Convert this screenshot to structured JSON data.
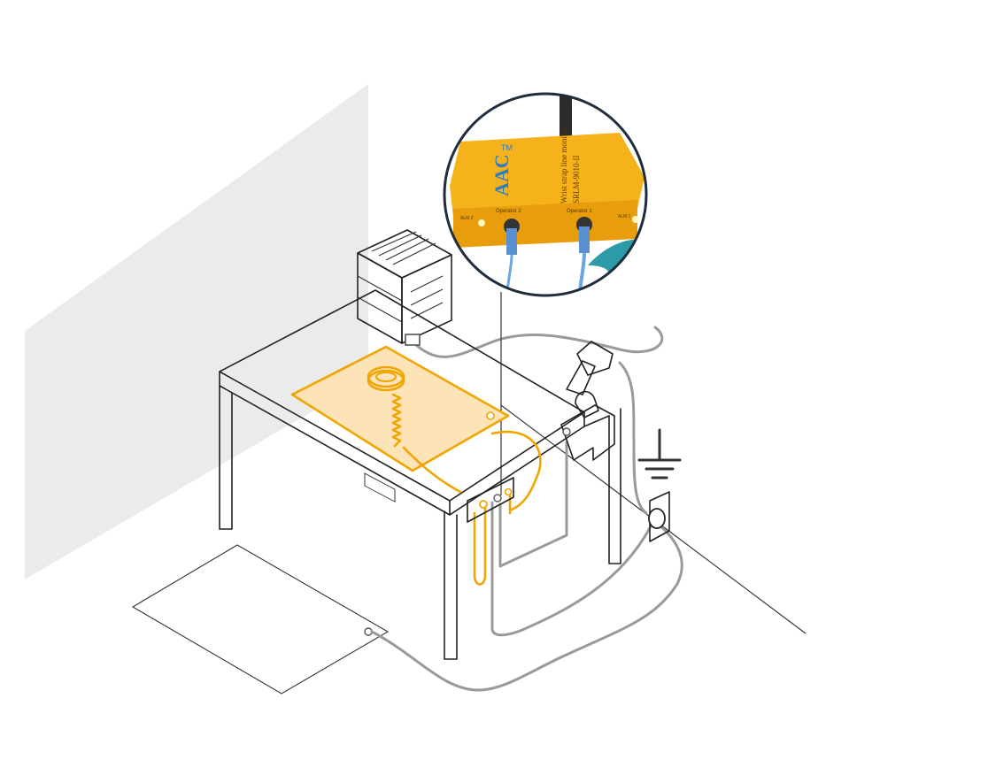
{
  "diagram": {
    "kind": "esd-workstation-grounding-illustration",
    "colors": {
      "wall": "#ebebeb",
      "outline": "#222222",
      "ground_cord": "#9a9a9a",
      "esd_orange": "#f0a500",
      "mat_fill": "#fde3b8",
      "inset_ring": "#1f2d3d",
      "monitor_body": "#f6b21a",
      "logo_blue": "#2a7ec8"
    },
    "inset": {
      "brand": "AAC",
      "trademark": "TM",
      "product_line1": "Wrist strap line monitor",
      "product_line2": "SRLM-9010-II",
      "port_left_label": "Operator 2",
      "port_right_label": "Operator 1",
      "alarm_left_label": "ALM 2",
      "alarm_right_label": "ALM 1"
    },
    "icons": [
      "earth-ground-symbol",
      "wall-outlet-icon",
      "clamp-icon",
      "wrist-strap-icon",
      "coiled-cord-icon",
      "ionizer-unit-icon"
    ]
  }
}
